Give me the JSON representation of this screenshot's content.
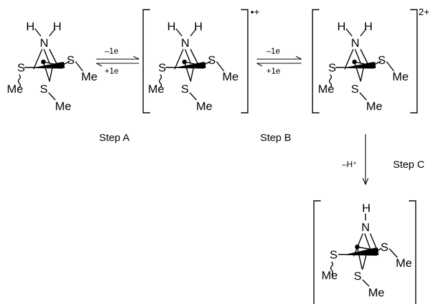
{
  "atoms": {
    "h": "H",
    "n": "N",
    "s": "S",
    "me": "Me"
  },
  "charges": {
    "radical_cation": "•+",
    "dication": "2+"
  },
  "equilibria": [
    {
      "forward": "–1e",
      "backward": "+1e"
    },
    {
      "forward": "–1e",
      "backward": "+1e"
    }
  ],
  "deprotonation": "–H⁺",
  "steps": {
    "a": "Step A",
    "b": "Step B",
    "c": "Step C"
  },
  "colors": {
    "ink": "#000000",
    "background": "#ffffff"
  }
}
